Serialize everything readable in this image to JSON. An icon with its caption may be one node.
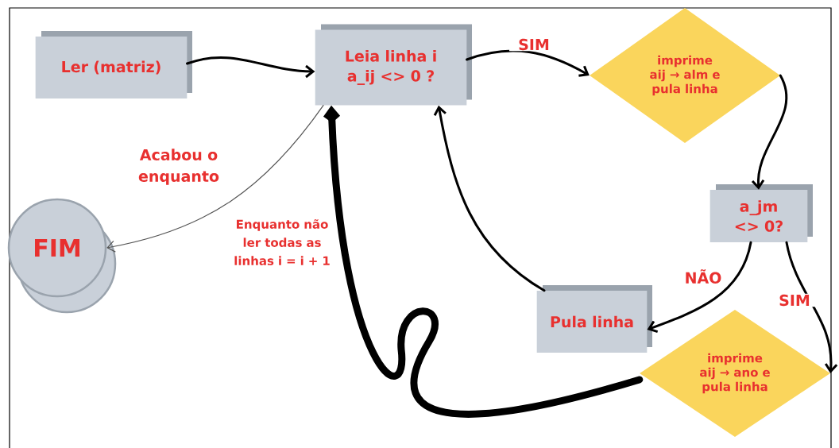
{
  "diagram": {
    "nodes": [
      {
        "text": [
          "Ler (matriz)"
        ]
      },
      {
        "text": [
          "Leia linha i a_ij <> 0 ?"
        ]
      },
      {
        "text": [
          "imprime aij → alm e pula linha"
        ]
      },
      {
        "text": [
          "a_jm <> 0?"
        ]
      },
      {
        "text": [
          "Pula linha"
        ]
      },
      {
        "text": [
          "imprime aij → ano e pula linha"
        ]
      },
      {
        "text": [
          "FIM"
        ]
      }
    ],
    "edges": [
      {
        "from": 0,
        "to": 1,
        "arrow": "to"
      },
      {
        "from": 1,
        "to": 2,
        "arrow": "to",
        "label": "SIM"
      },
      {
        "from": 2,
        "to": 3,
        "arrow": "to"
      },
      {
        "from": 3,
        "to": 4,
        "arrow": "to",
        "label": "NÃO"
      },
      {
        "from": 3,
        "to": 5,
        "arrow": "to",
        "label": "SIM"
      },
      {
        "from": 4,
        "to": 1,
        "arrow": "to"
      },
      {
        "from": 5,
        "to": 1,
        "arrow": "to",
        "style": "thick",
        "label": "Enquanto não ler todas as linhas i = i + 1"
      },
      {
        "from": 1,
        "to": 6,
        "arrow": "to",
        "color": "#555555",
        "label": "Acabou o enquanto"
      }
    ]
  }
}
